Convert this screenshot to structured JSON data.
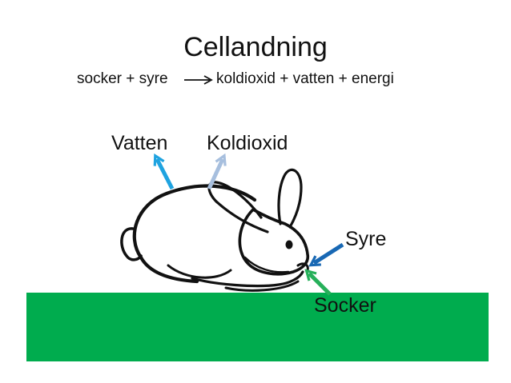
{
  "title": "Cellandning",
  "equation": {
    "reactants": "socker + syre",
    "products": "koldioxid + vatten + energi"
  },
  "labels": {
    "vatten": "Vatten",
    "koldioxid": "Koldioxid",
    "syre": "Syre",
    "socker": "Socker"
  },
  "colors": {
    "ground": "#00ac4e",
    "vatten_arrow": "#1fa3e0",
    "koldioxid_arrow": "#a7bfde",
    "syre_arrow": "#1868b4",
    "socker_arrow": "#26b05a",
    "outline": "#111111"
  }
}
